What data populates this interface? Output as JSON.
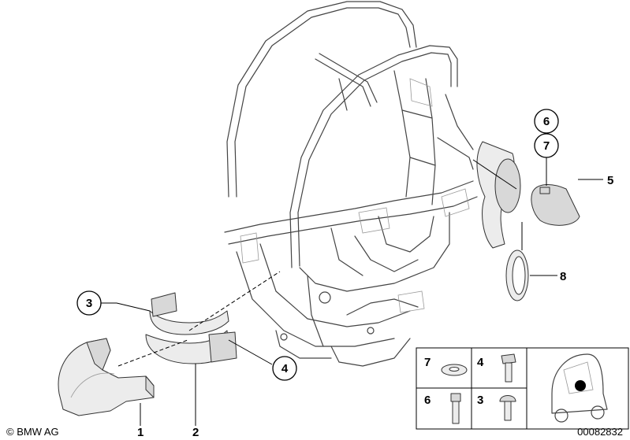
{
  "callouts": {
    "c1": "1",
    "c2": "2",
    "c3": "3",
    "c4": "4",
    "c5": "5",
    "c6": "6",
    "c7": "7",
    "c8": "8"
  },
  "inset": {
    "i7": "7",
    "i4": "4",
    "i6": "6",
    "i3": "3"
  },
  "footer": {
    "copyright": "© BMW AG",
    "diagram_number": "00082832"
  }
}
